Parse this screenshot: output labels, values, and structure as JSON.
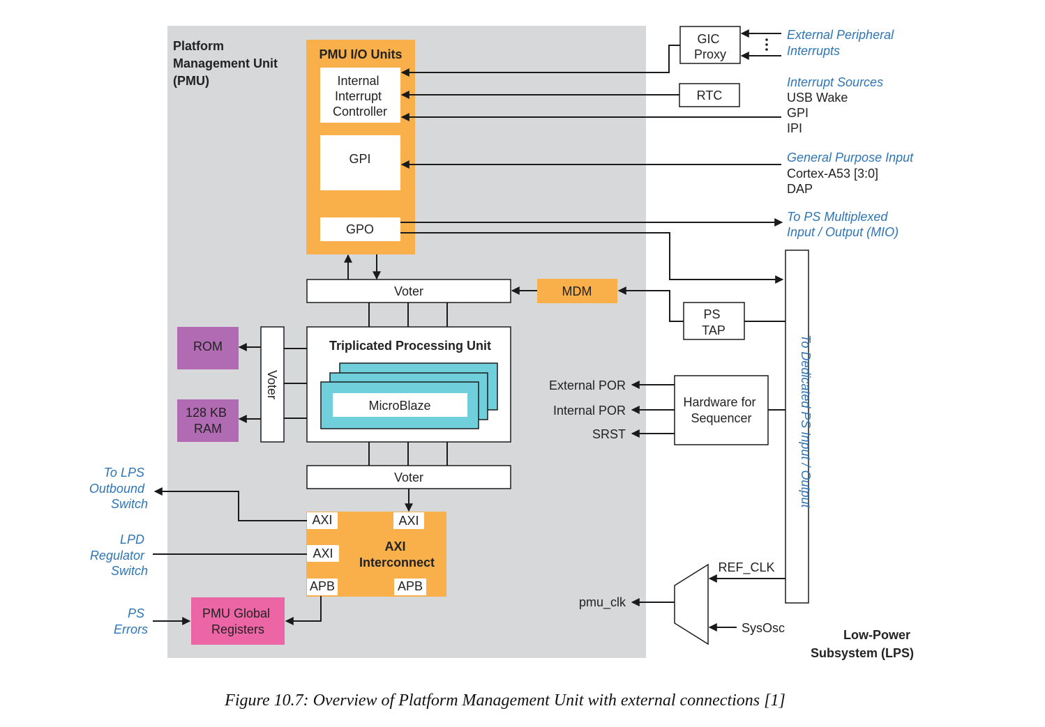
{
  "colors": {
    "pmu_region": "#d7d8da",
    "orange": "#f9b04a",
    "purple": "#b16bb3",
    "pink": "#ec66a6",
    "cyan": "#6fd0dc",
    "blue_text": "#2e75b6",
    "line": "#1a1a1a"
  },
  "pmu": {
    "title": [
      "Platform",
      "Management Unit",
      "(PMU)"
    ],
    "io_units": {
      "title": "PMU I/O Units",
      "interrupt_controller": [
        "Internal",
        "Interrupt",
        "Controller"
      ],
      "gpi": "GPI",
      "gpo": "GPO"
    },
    "voter_top": "Voter",
    "voter_side": "Voter",
    "voter_bottom": "Voter",
    "mdm": "MDM",
    "rom": "ROM",
    "ram": [
      "128 KB",
      "RAM"
    ],
    "tpu": {
      "title": "Triplicated Processing Unit",
      "microblaze": "MicroBlaze"
    },
    "axi": {
      "title": [
        "AXI",
        "Interconnect"
      ],
      "port_axi_left_top": "AXI",
      "port_axi_top": "AXI",
      "port_axi_left_mid": "AXI",
      "port_apb_left": "APB",
      "port_apb_right": "APB"
    },
    "global_regs": [
      "PMU Global",
      "Registers"
    ]
  },
  "external": {
    "gic_proxy": [
      "GIC",
      "Proxy"
    ],
    "rtc": "RTC",
    "ps_tap": [
      "PS",
      "TAP"
    ],
    "hw_sequencer": [
      "Hardware for",
      "Sequencer"
    ],
    "ps_io_bar": "To Dedicated PS Input / Output",
    "external_peripheral_interrupts": [
      "External Peripheral",
      "Interrupts"
    ],
    "interrupt_sources_title": "Interrupt Sources",
    "interrupt_sources": [
      "USB Wake",
      "GPI",
      "IPI"
    ],
    "gp_input_title": "General Purpose Input",
    "gp_inputs": [
      "Cortex-A53 [3:0]",
      "DAP"
    ],
    "mio": [
      "To PS Multiplexed",
      "Input / Output (MIO)"
    ],
    "external_por": "External POR",
    "internal_por": "Internal POR",
    "srst": "SRST",
    "ref_clk": "REF_CLK",
    "pmu_clk": "pmu_clk",
    "sysosc": "SysOsc",
    "to_lps_outbound": [
      "To LPS",
      "Outbound",
      "Switch"
    ],
    "lpd_regulator": [
      "LPD",
      "Regulator",
      "Switch"
    ],
    "ps_errors": [
      "PS",
      "Errors"
    ],
    "lps_title": [
      "Low-Power",
      "Subsystem (LPS)"
    ]
  },
  "caption": "Figure 10.7:  Overview of Platform Management Unit with external connections [1]"
}
